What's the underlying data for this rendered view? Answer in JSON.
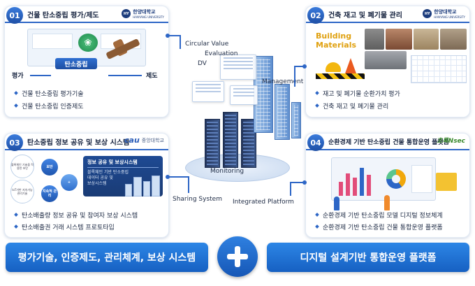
{
  "panels": [
    {
      "num": "01",
      "title": "건물 탄소중립 평가/제도",
      "logo": {
        "name": "한양대학교",
        "sub": "HANYANG UNIVERSITY"
      },
      "badge": "탄소중립",
      "left_label": "평가",
      "right_label": "제도",
      "bullets": [
        "건물 탄소중립 평가기술",
        "건물 탄소중립 인증제도"
      ]
    },
    {
      "num": "02",
      "title": "건축 재고 및 폐기물 관리",
      "logo": {
        "name": "한양대학교",
        "sub": "HANYANG UNIVERSITY"
      },
      "image_label": "Building\nMaterials",
      "bullets": [
        "재고 및 폐기물 순환가치 평가",
        "건축 재고 및 폐기물 관리"
      ]
    },
    {
      "num": "03",
      "title": "탄소중립 정보 공유 및 보상 시스템",
      "logo": {
        "mark": "cau",
        "name": "중앙대학교"
      },
      "card_title": "정보 공유 및 보상시스템",
      "card_body": "블록체인 기반 탄소중립\n데이터 공유 및\n보상시스템",
      "circles": [
        "블록체인 기술을 적용한 보안",
        "IoT기반 지속가능 관리기술"
      ],
      "bubbles": [
        "보안",
        "지속적 관리"
      ],
      "bullets": [
        "탄소배출량 정보 공유 및 참여자 보상 시스템",
        "탄소배출권 거래 시스템 프로토타입"
      ]
    },
    {
      "num": "04",
      "title": "순환경제 기반 탄소중립 건물 통합운영 플랫폼",
      "logo": {
        "name": "초록Nsec"
      },
      "bullets": [
        "순환경제 기반 탄소중립 모델 디지털 정보체계",
        "순환경제 기반 탄소중립 건물 통합운영 플랫폼"
      ]
    }
  ],
  "center_labels": {
    "circular_value": "Circular Value",
    "evaluation": "Evaluation",
    "dv": "DV",
    "management": "Management",
    "monitoring": "Monitoring",
    "sharing_system": "Sharing System",
    "integrated_platform": "Integrated Platform"
  },
  "bottom": {
    "left": "평가기술, 인증제도, 관리체계, 보상 시스템",
    "right": "디지털 설계기반 통합운영 플랫폼"
  },
  "icons": [
    "plus-icon",
    "leaf-icon",
    "gavel-icon",
    "hardhat-icon",
    "cone-icon",
    "folder-icon"
  ],
  "colors": {
    "accent": "#2d66c6",
    "pill": "#1f6fd6",
    "materials": "#e0a110"
  }
}
